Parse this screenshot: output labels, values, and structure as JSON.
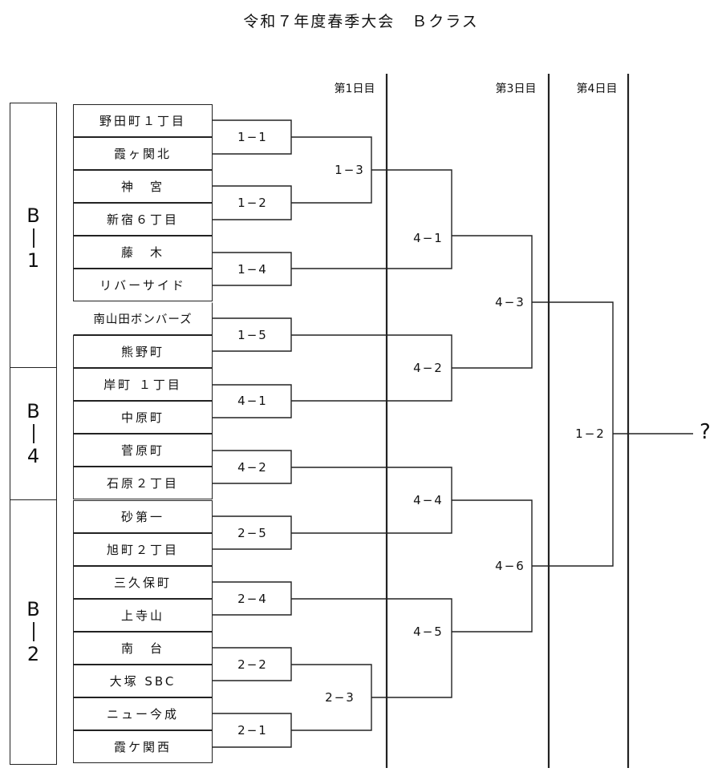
{
  "title": "令和７年度春季大会　Ｂクラス",
  "day_headers": [
    "第1日目",
    "第3日目",
    "第4日目"
  ],
  "groups": [
    "B|1",
    "B|4",
    "B|2"
  ],
  "group_labels": [
    {
      "letter": "B",
      "num": "1"
    },
    {
      "letter": "B",
      "num": "4"
    },
    {
      "letter": "B",
      "num": "2"
    }
  ],
  "teams": [
    "野田町１丁目",
    "霞ヶ関北",
    "神　宮",
    "新宿６丁目",
    "藤　木",
    "リバーサイド",
    "南山田ボンバーズ",
    "熊野町",
    "岸町 １丁目",
    "中原町",
    "菅原町",
    "石原２丁目",
    "砂第一",
    "旭町２丁目",
    "三久保町",
    "上寺山",
    "南　台",
    "大塚 SBC",
    "ニュー今成",
    "霞ケ関西"
  ],
  "matches": {
    "r1": [
      "1−1",
      "1−2",
      "1−4",
      "1−5",
      "4−1",
      "4−2",
      "2−5",
      "2−4",
      "2−2",
      "2−1"
    ],
    "r2": [
      "1−3",
      "2−3"
    ],
    "r3": [
      "4−1",
      "4−2",
      "4−4",
      "4−5"
    ],
    "r4": [
      "4−3",
      "4−6"
    ],
    "final": "1−2"
  },
  "winner": "?"
}
